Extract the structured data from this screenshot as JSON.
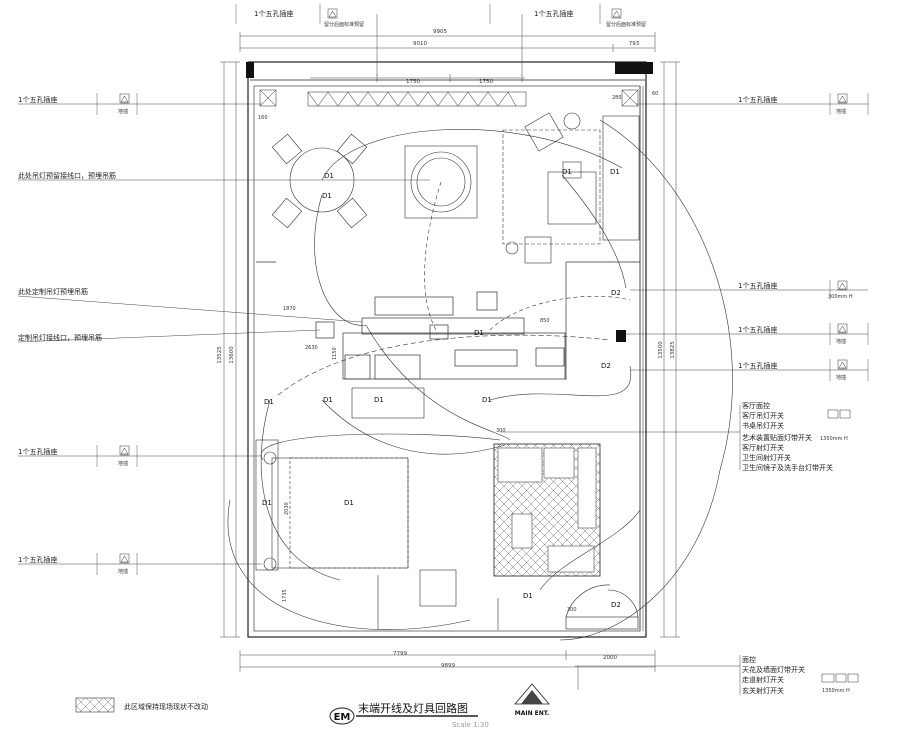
{
  "drawing": {
    "title": "末端开线及灯具回路图",
    "code": "EM",
    "scale": "Scale 1:30",
    "entrance": "MAIN ENT.",
    "legend_text": "此区域保持现场现状不改动"
  },
  "top_callouts": {
    "left_socket": "1个五孔插座",
    "left_note": "留分后面标准预留",
    "right_socket": "1个五孔插座",
    "right_note": "留分后面标准预留"
  },
  "left_callouts": [
    {
      "text": "1个五孔插座",
      "tag": "地插"
    },
    {
      "text": "此处吊灯预留接线口，预埋吊筋",
      "tag": ""
    },
    {
      "text": "此处定制吊灯预埋吊筋",
      "tag": ""
    },
    {
      "text": "定制吊灯接线口，预埋吊筋",
      "tag": ""
    },
    {
      "text": "1个五孔插座",
      "tag": "地插"
    },
    {
      "text": "1个五孔插座",
      "tag": "地插"
    }
  ],
  "right_callouts": [
    {
      "text": "1个五孔插座",
      "tag": "地插",
      "height": ""
    },
    {
      "text": "1个五孔插座",
      "tag": "",
      "height": "300mm H"
    },
    {
      "text": "1个五孔插座",
      "tag": "地插",
      "height": ""
    },
    {
      "text": "1个五孔插座",
      "tag": "地插",
      "height": ""
    }
  ],
  "switch_panel_1": {
    "title": "客厅面控",
    "lines": [
      "客厅吊灯开关",
      "书桌吊灯开关",
      "艺术装置贴面灯带开关",
      "客厅射灯开关",
      "卫生间射灯开关",
      "卫生间镜子及洗手台灯带开关"
    ],
    "height": "1350mm H"
  },
  "switch_panel_2": {
    "title": "面控",
    "lines": [
      "天花及墙面灯带开关",
      "走道射灯开关",
      "玄关射灯开关"
    ],
    "height": "1350mm H"
  },
  "dimensions": {
    "top_total": "9905",
    "top_left": "9010",
    "top_right": "793",
    "track_left": "1750",
    "track_right": "1750",
    "bottom_left": "7799",
    "bottom_right": "2000",
    "bottom_total": "9899",
    "left_outer": "13525",
    "left_inner": "13600",
    "right_inner": "13500",
    "right_outer": "13825",
    "counter": "1870",
    "counter2": "2630",
    "desk": "850",
    "door": "300",
    "door2": "300",
    "bed": "2030",
    "wall": "1150",
    "wall2": "1735",
    "corner": "160",
    "corner2": "280",
    "edge": "60"
  },
  "fixtures": {
    "d1": "D1",
    "d2": "D2"
  }
}
